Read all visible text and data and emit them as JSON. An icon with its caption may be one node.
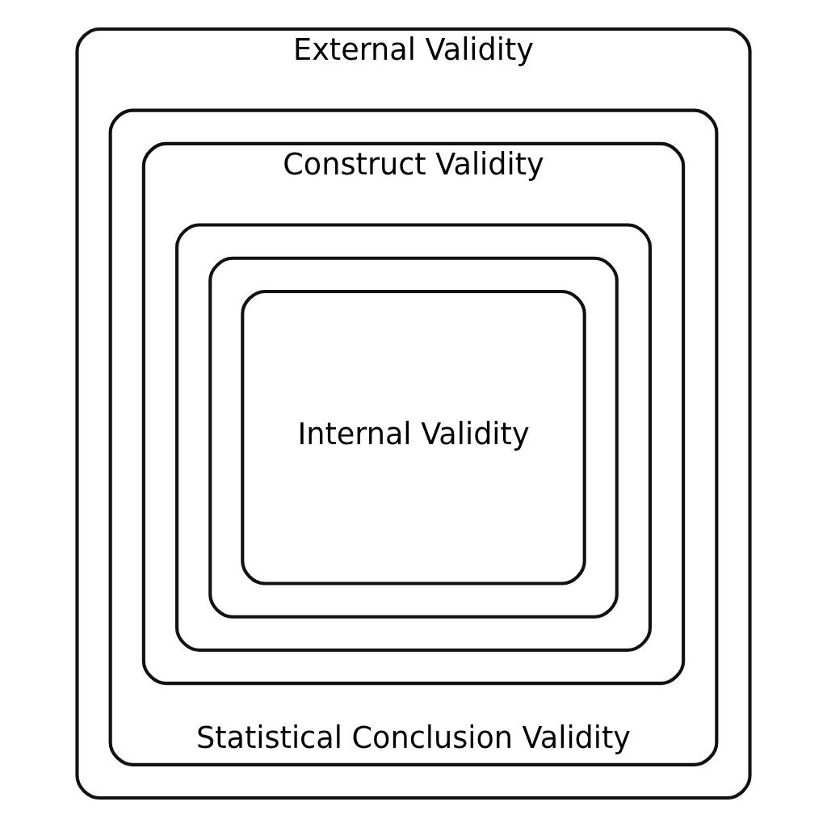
{
  "diagram": {
    "nodes": [
      {
        "text": [
          "External Validity"
        ]
      },
      {
        "text": [
          "Statistical Conclusion Validity"
        ],
        "in": 0
      },
      {
        "text": [
          "Construct Validity"
        ],
        "in": 1
      },
      {
        "text": [],
        "shape": "box",
        "in": 2
      },
      {
        "text": [],
        "shape": "box",
        "in": 3
      },
      {
        "text": [
          "Internal Validity"
        ],
        "in": 4
      }
    ],
    "edges": []
  }
}
